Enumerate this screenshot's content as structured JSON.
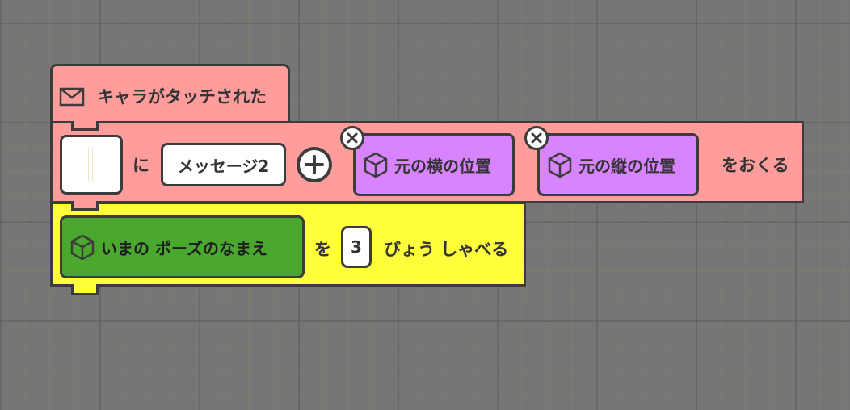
{
  "event_block": {
    "label": "キャラがタッチされた",
    "color": "#ff9c9c",
    "icon": "envelope-icon"
  },
  "send_block": {
    "target_value": "",
    "particle_ni": "に",
    "message_value": "メッセージ2",
    "add_icon": "plus-circle-icon",
    "args": [
      {
        "label": "元の横の位置",
        "icon": "cube-icon",
        "color": "#d883ff"
      },
      {
        "label": "元の縦の位置",
        "icon": "cube-icon",
        "color": "#d883ff"
      }
    ],
    "suffix": "をおくる",
    "color": "#ff9c9c"
  },
  "speak_block": {
    "source_label": "いまの ポーズのなまえ",
    "source_color": "#4aa82f",
    "particle_wo": "を",
    "seconds_value": "3",
    "suffix": "びょう しゃべる",
    "color": "#ffff3c"
  }
}
